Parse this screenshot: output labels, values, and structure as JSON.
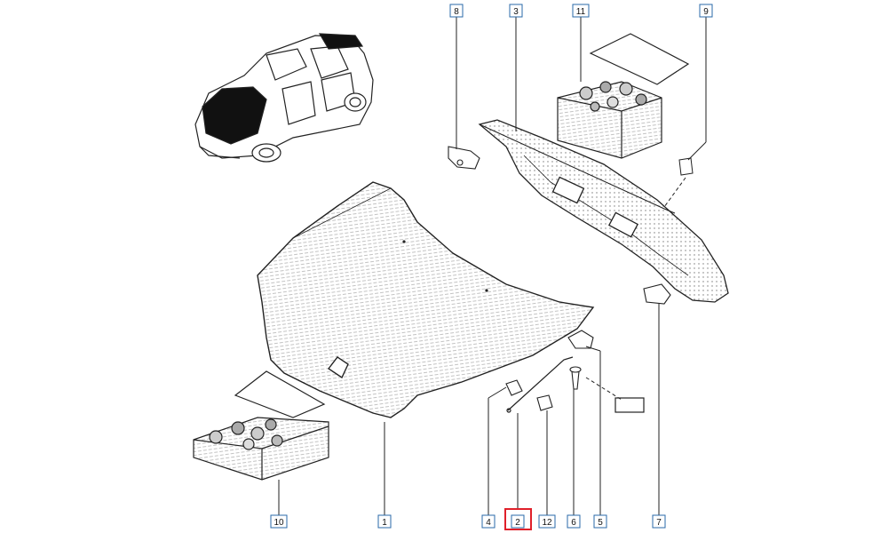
{
  "diagram": {
    "callouts": [
      {
        "id": "c8",
        "label": "8"
      },
      {
        "id": "c3",
        "label": "3"
      },
      {
        "id": "c11",
        "label": "11"
      },
      {
        "id": "c9",
        "label": "9"
      },
      {
        "id": "c10",
        "label": "10"
      },
      {
        "id": "c1",
        "label": "1"
      },
      {
        "id": "c4",
        "label": "4"
      },
      {
        "id": "c2",
        "label": "2",
        "highlighted": true
      },
      {
        "id": "c12",
        "label": "12"
      },
      {
        "id": "c6",
        "label": "6"
      },
      {
        "id": "c5",
        "label": "5"
      },
      {
        "id": "c7",
        "label": "7"
      }
    ],
    "colors": {
      "line": "#222222",
      "callout_border": "#2a6aa8",
      "highlight": "#e0202a",
      "hatch": "#888888"
    }
  }
}
